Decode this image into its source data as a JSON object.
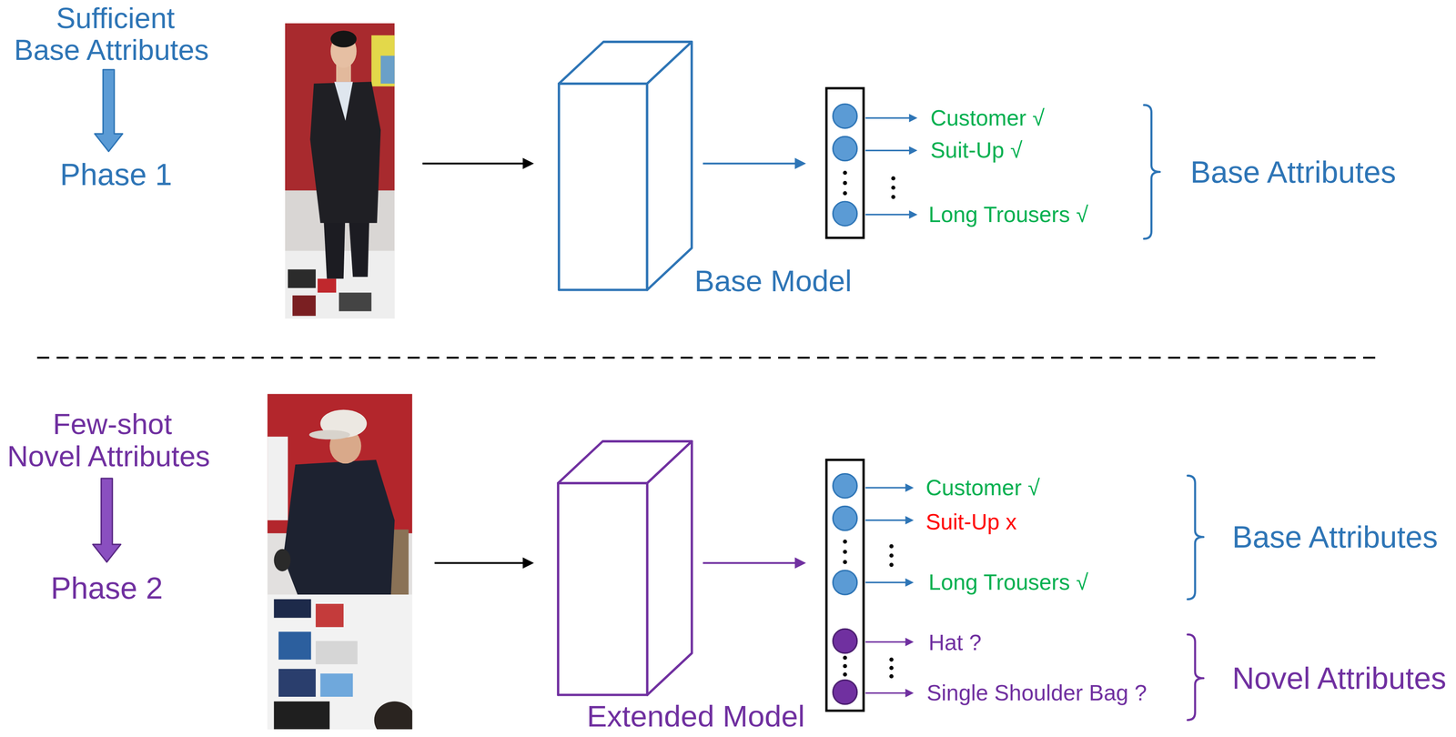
{
  "diagram": {
    "nodes": [
      {
        "text": [
          "Base Model"
        ]
      },
      {
        "text": [
          "Extended Model"
        ]
      }
    ],
    "labels": [
      "Sufficient Base Attributes",
      "Phase 1",
      "Customer √",
      "Suit-Up √",
      "Long Trousers √",
      "Base Attributes",
      "Few-shot Novel Attributes",
      "Phase 2",
      "Customer √",
      "Suit-Up x",
      "Long Trousers √",
      "Hat ?",
      "Single Shoulder Bag ?",
      "Base Attributes",
      "Novel Attributes"
    ]
  }
}
